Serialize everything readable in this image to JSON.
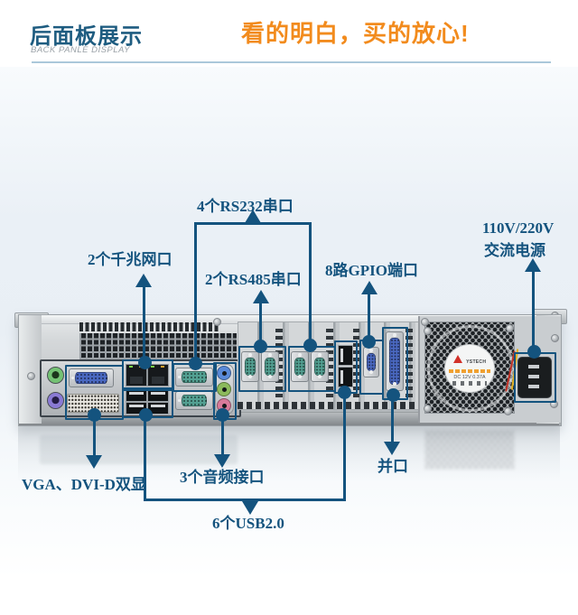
{
  "header": {
    "title": "后面板展示",
    "subtitle": "BACK PANLE DISPLAY",
    "slogan": "看的明白，买的放心!"
  },
  "colors": {
    "accent": "#14537E",
    "title": "#1E5C80",
    "subtitle": "#9AA1A7",
    "slogan": "#F28B1D",
    "divider": "#ABC8DA",
    "chassis-silver": "#C6CACD",
    "port-teal": "#50A090",
    "port-blue": "#4A68C0"
  },
  "callouts": {
    "rs232": {
      "label": "4个RS232串口"
    },
    "lan": {
      "label": "2个千兆网口"
    },
    "rs485": {
      "label": "2个RS485串口"
    },
    "gpio": {
      "label": "8路GPIO端口"
    },
    "power": {
      "label_line1": "110V/220V",
      "label_line2": "交流电源"
    },
    "display": {
      "label": "VGA、DVI-D双显"
    },
    "audio": {
      "label": "3个音频接口"
    },
    "parallel": {
      "label": "并口"
    },
    "usb": {
      "label": "6个USB2.0"
    }
  },
  "device": {
    "psu_sticker": {
      "brand": "YSTECH",
      "spec": "DC 12V 0.37A"
    }
  }
}
